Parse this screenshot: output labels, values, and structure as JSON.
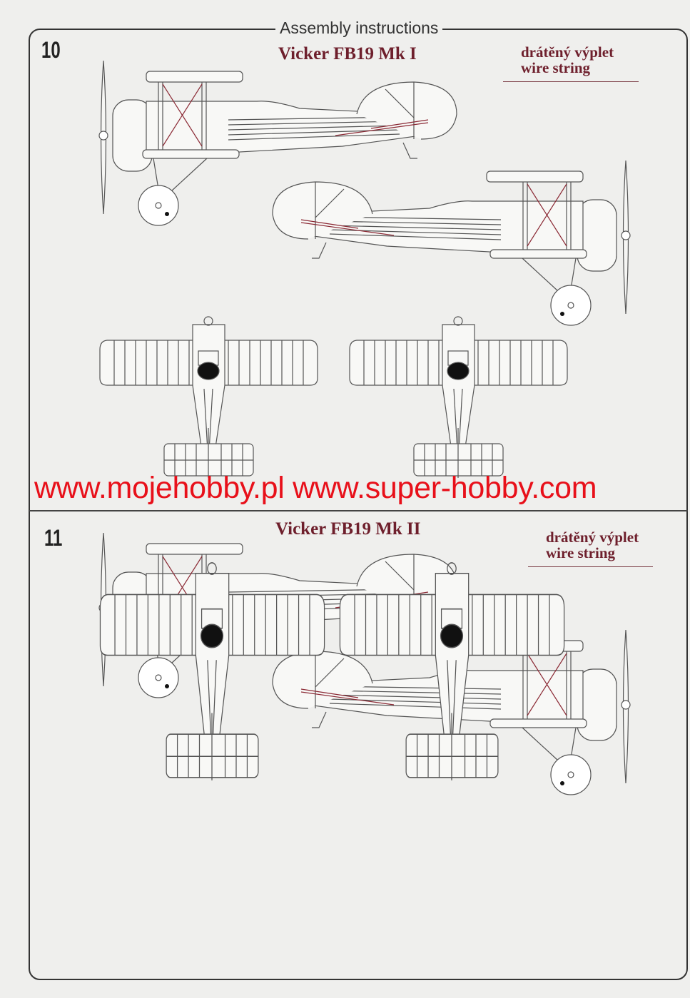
{
  "header": {
    "title": "Assembly instructions"
  },
  "steps": [
    {
      "number": "10",
      "model": "Vicker FB19 Mk I",
      "note_cz": "drátěný výplet",
      "note_en": "wire string"
    },
    {
      "number": "11",
      "model": "Vicker FB19 Mk II",
      "note_cz": "drátěný výplet",
      "note_en": "wire string"
    }
  ],
  "watermark": "www.mojehobby.pl www.super-hobby.com",
  "colors": {
    "wire": "#8b2a35",
    "title": "#6e1f2c",
    "watermark": "#e8101a",
    "line": "#555555"
  }
}
